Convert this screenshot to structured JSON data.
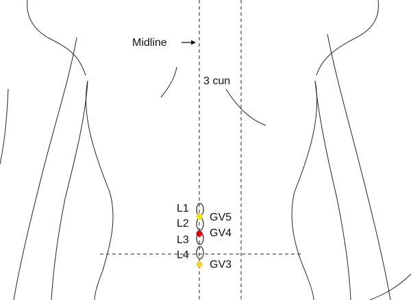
{
  "labels": {
    "midline": "Midline",
    "three_cun": "3 cun",
    "vertebrae": [
      "L1",
      "L2",
      "L3",
      "L4"
    ],
    "points": [
      "GV5",
      "GV4",
      "GV3"
    ]
  },
  "colors": {
    "gv5": "#f2e40a",
    "gv4": "#e00000",
    "gv3": "#f7d23a",
    "line": "#222222"
  }
}
